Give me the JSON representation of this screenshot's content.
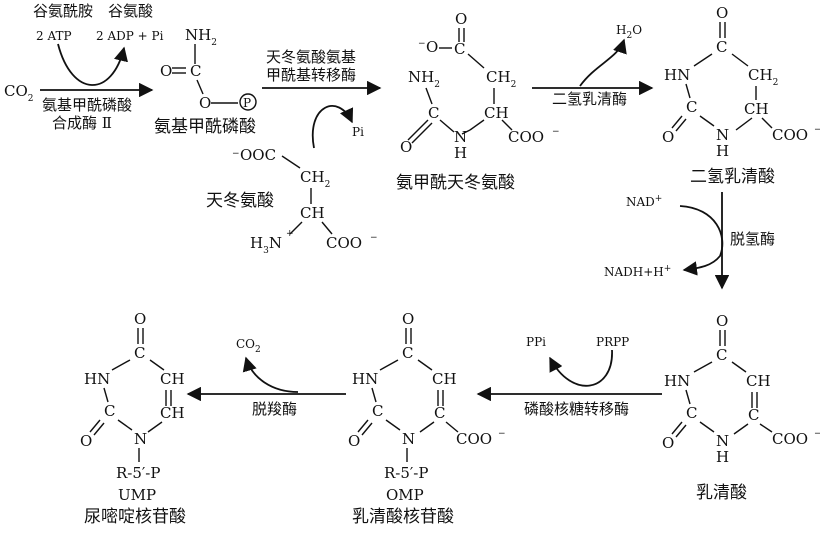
{
  "glyphs": {
    "nh2": "NH",
    "sub2": "2",
    "c": "C",
    "o": "O",
    "h": "H",
    "n": "N",
    "nh": "NH",
    "hn": "HN",
    "ch": "CH",
    "ch2": "CH",
    "occ": "OOC",
    "coo": "COO",
    "minus": "−",
    "plus": "+",
    "p_circle": "P",
    "o_minus": "O",
    "r5p": "R-5′-P",
    "h3n": "H",
    "sub3": "3"
  },
  "step1": {
    "co2": "CO",
    "co2_sub": "2",
    "cofactor_in": "谷氨酰胺",
    "cofactor_out": "谷氨酸",
    "atp": "2 ATP",
    "adp_pi": "2 ADP + Pi",
    "enzyme_line1": "氨基甲酰磷酸",
    "enzyme_line2": "合成酶 Ⅱ",
    "product": "氨基甲酰磷酸"
  },
  "step2": {
    "enzyme_line1": "天冬氨酸氨基",
    "enzyme_line2": "甲酰基转移酶",
    "side_out": "Pi",
    "substrate": "天冬氨酸",
    "product": "氨甲酰天冬氨酸"
  },
  "step3": {
    "side_out": "H",
    "side_out_sub": "2",
    "side_out_o": "O",
    "enzyme": "二氢乳清酶",
    "product": "二氢乳清酸"
  },
  "step4": {
    "cofactor_in": "NAD",
    "cofactor_in_charge": "+",
    "cofactor_out": "NADH+H",
    "cofactor_out_charge": "+",
    "enzyme": "脱氢酶",
    "product": "乳清酸"
  },
  "step5": {
    "cofactor_in": "PRPP",
    "cofactor_out": "PPi",
    "enzyme": "磷酸核糖转移酶",
    "product_abbr": "OMP",
    "product": "乳清酸核苷酸"
  },
  "step6": {
    "side_out": "CO",
    "side_out_sub": "2",
    "enzyme": "脱羧酶",
    "product_abbr": "UMP",
    "product": "尿嘧啶核苷酸"
  }
}
